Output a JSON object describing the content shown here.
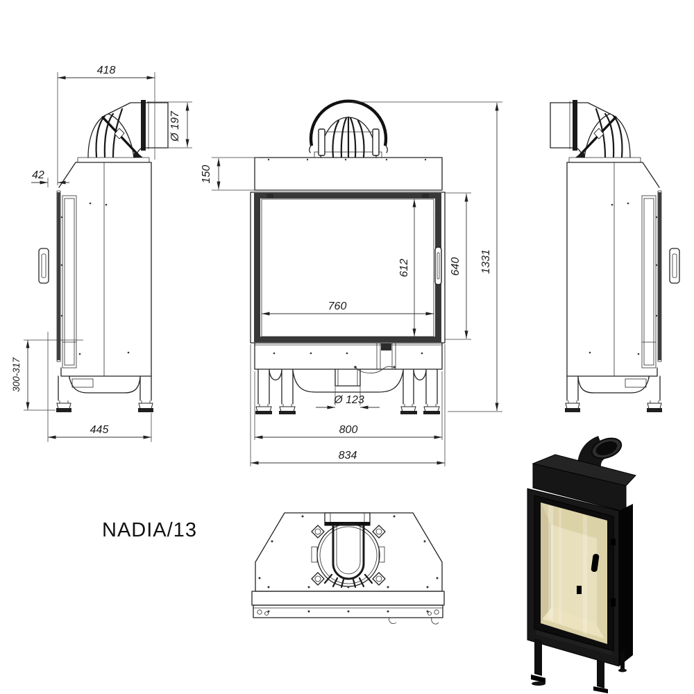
{
  "title": "NADIA/13",
  "drawing": {
    "dims": {
      "top_depth": "418",
      "flue_diameter": "Ø 197",
      "door_offset": "42",
      "leg_height": "300-317",
      "side_depth": "445",
      "hood_height": "150",
      "glass_height": "612",
      "door_height": "640",
      "total_height": "1331",
      "glass_width": "760",
      "inlet_diameter": "Ø 123",
      "body_width": "800",
      "total_width": "834"
    },
    "colors": {
      "line": "#222222",
      "render_body": "#151515",
      "render_interior": "#ddd3aa"
    }
  }
}
